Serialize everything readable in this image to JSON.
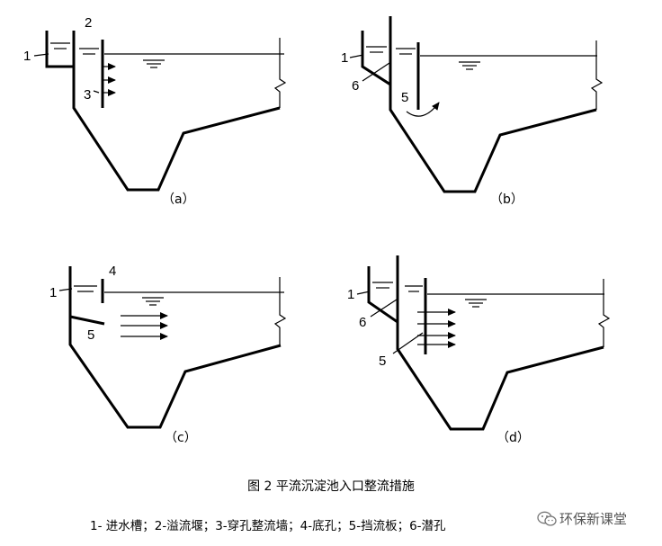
{
  "diagram": {
    "panels": {
      "a": {
        "label": "（a）",
        "callouts": [
          "1",
          "2",
          "3"
        ]
      },
      "b": {
        "label": "（b）",
        "callouts": [
          "1",
          "6",
          "5"
        ]
      },
      "c": {
        "label": "（c）",
        "callouts": [
          "1",
          "4",
          "5"
        ]
      },
      "d": {
        "label": "（d）",
        "callouts": [
          "1",
          "6",
          "5"
        ]
      }
    }
  },
  "caption": "图 2  平流沉淀池入口整流措施",
  "legend": "1-   进水槽；2-溢流堰；3-穿孔整流墙；4-底孔；5-挡流板；6-潜孔",
  "watermark": {
    "text": "环保新课堂",
    "icon": "wechat-icon"
  }
}
